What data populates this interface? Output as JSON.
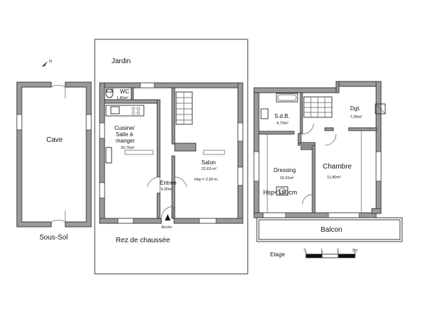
{
  "labels": {
    "jardin": "Jardin",
    "wc": "WC",
    "wc_area": "1,80m²",
    "cuisine_1": "Cuisine/",
    "cuisine_2": "Salle à",
    "cuisine_3": "manger",
    "cuisine_area": "20,76m²",
    "salon": "Salon",
    "salon_area": "22,63 m²",
    "salon_hsp": "Hsp = 2,50 m.",
    "entree": "Entrée",
    "entree_area": "9,30m²",
    "acces": "Accès",
    "rez": "Rez de chaussée",
    "cave": "Cave",
    "sous_sol": "Sous-Sol",
    "sdb": "S.d.B.",
    "sdb_area": "4,73m²",
    "dgt": "Dgt.",
    "dgt_area": "7,05m²",
    "dressing": "Dressing",
    "dressing_area": "10,91m²",
    "hsp_dressing": "Hsp<180cm",
    "chambre": "Chambre",
    "chambre_area": "11,80m²",
    "balcon": "Balcon",
    "etage": "Etage",
    "north": "N"
  },
  "scale": {
    "ticks": [
      "0",
      "1",
      "2",
      "3m"
    ]
  }
}
